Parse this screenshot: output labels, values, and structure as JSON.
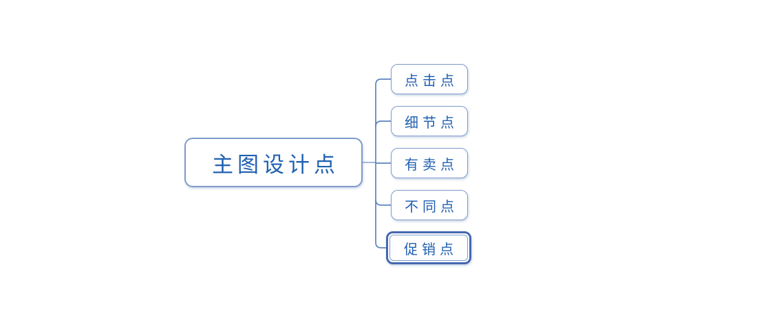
{
  "colors": {
    "node_border": "#7d9bcb",
    "node_text": "#2060b0",
    "connector": "#5d83bf",
    "root_stub": "#93afd7",
    "selection_border": "#4468b0",
    "node_background": "#ffffff",
    "canvas_background": "#ffffff"
  },
  "mindmap": {
    "root": {
      "label": "主图设计点"
    },
    "children": [
      {
        "label": "点击点",
        "selected": false
      },
      {
        "label": "细节点",
        "selected": false
      },
      {
        "label": "有卖点",
        "selected": false
      },
      {
        "label": "不同点",
        "selected": false
      },
      {
        "label": "促销点",
        "selected": true
      }
    ]
  }
}
